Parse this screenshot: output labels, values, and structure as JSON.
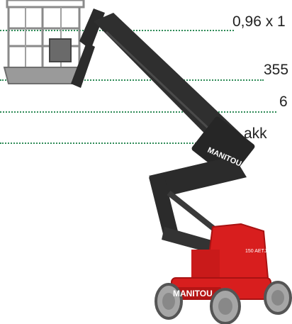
{
  "specs": {
    "platform_size": "0,96 x 1",
    "spec_2": "355",
    "spec_3": "6",
    "spec_4": "akk"
  },
  "machine": {
    "brand_label": "MANITOU",
    "model_badge": "150 AETJ"
  },
  "colors": {
    "body_red": "#d81e1e",
    "arm_dark": "#2b2b2b",
    "basket_grey": "#9a9a9a",
    "dotted_line": "#2e8b57"
  }
}
